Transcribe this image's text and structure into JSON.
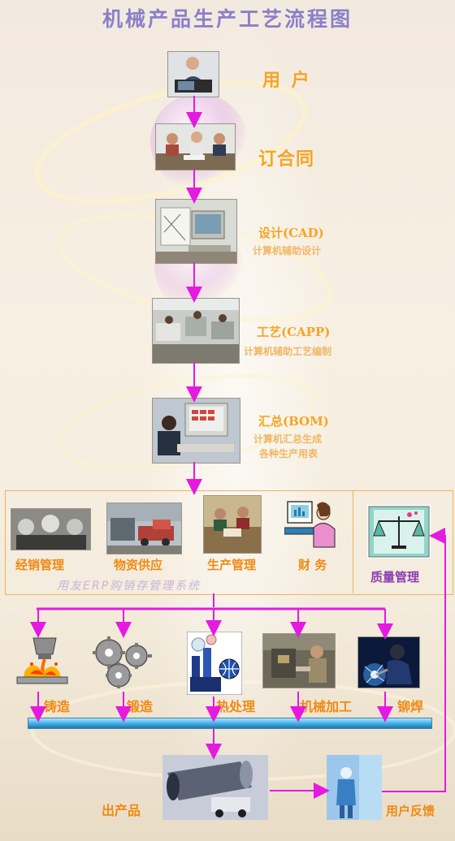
{
  "title": "机械产品生产工艺流程图",
  "steps": {
    "user": {
      "label": "用 户"
    },
    "contract": {
      "label": "订合同"
    },
    "cad": {
      "label": "设计(CAD)",
      "sub": "计算机辅助设计"
    },
    "capp": {
      "label": "工艺(CAPP)",
      "sub": "计算机辅助工艺编制"
    },
    "bom": {
      "label": "汇总(BOM)",
      "sub1": "计算机汇总生成",
      "sub2": "各种生产用表"
    }
  },
  "erp": {
    "system_label": "用友ERP购销存管理系统",
    "modules": [
      "经销管理",
      "物资供应",
      "生产管理",
      "财 务"
    ],
    "quality": "质量管理"
  },
  "processes": [
    "铸造",
    "锻造",
    "热处理",
    "机械加工",
    "铆焊"
  ],
  "output": {
    "product": "出产品",
    "feedback": "用户反馈"
  },
  "colors": {
    "arrow": "#e51adf",
    "label": "#f6a423",
    "title": "#8a7fc9"
  }
}
